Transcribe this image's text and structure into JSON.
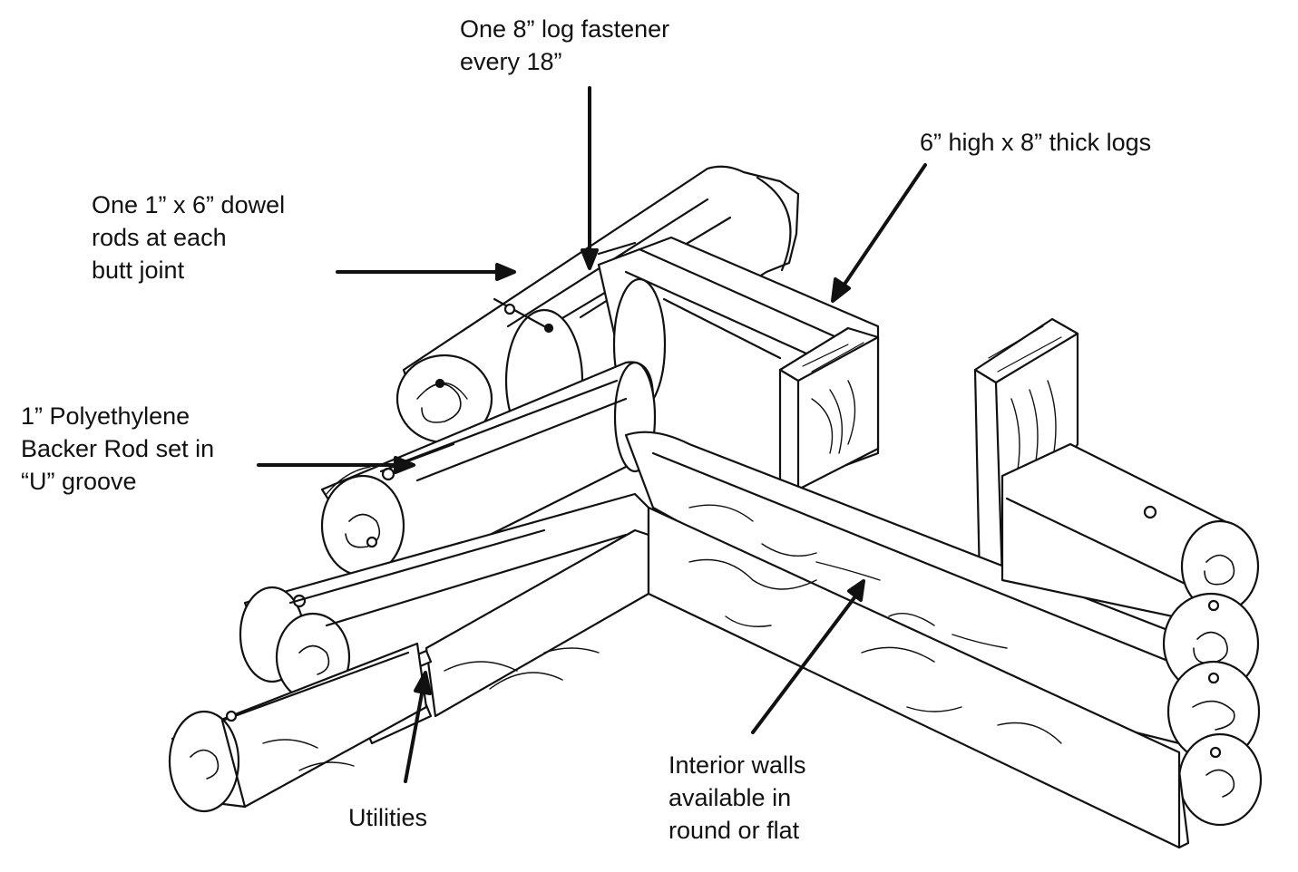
{
  "labels": {
    "fastener": [
      "One 8” log fastener",
      "every 18”"
    ],
    "logs": [
      "6” high x 8” thick logs"
    ],
    "dowel": [
      "One 1” x 6” dowel",
      "rods at each",
      "butt joint"
    ],
    "backer": [
      "1” Polyethylene",
      "Backer Rod set in",
      "“U” groove"
    ],
    "utilities": [
      "Utilities"
    ],
    "interior": [
      "Interior walls",
      "available in",
      "round or flat"
    ]
  },
  "colors": {
    "ink": "#111111",
    "paper": "#ffffff"
  }
}
